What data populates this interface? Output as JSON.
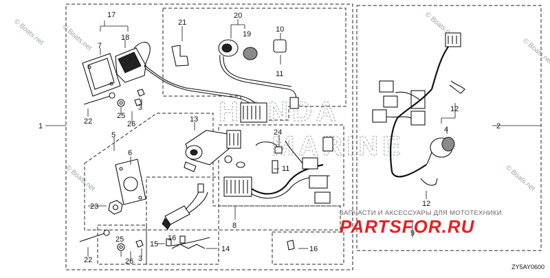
{
  "callouts": [
    "1",
    "2",
    "3",
    "3",
    "4",
    "5",
    "6",
    "7",
    "8",
    "9",
    "10",
    "11",
    "11",
    "12",
    "12",
    "13",
    "14",
    "15",
    "16",
    "16",
    "17",
    "18",
    "19",
    "20",
    "21",
    "22",
    "22",
    "23",
    "24",
    "25",
    "25",
    "26",
    "26"
  ],
  "watermark": {
    "brand_line1": "HONDA",
    "brand_line2": "MARINE",
    "site": "© Boats.net"
  },
  "promo": {
    "tagline": "ЗАПЧАСТИ И АКСЕССУАРЫ ДЛЯ МОТОТЕХНИКИ",
    "brand": "PARTSFOR.RU",
    "brand_color": "#e62020"
  },
  "diagram_code": "ZY5AY0600"
}
